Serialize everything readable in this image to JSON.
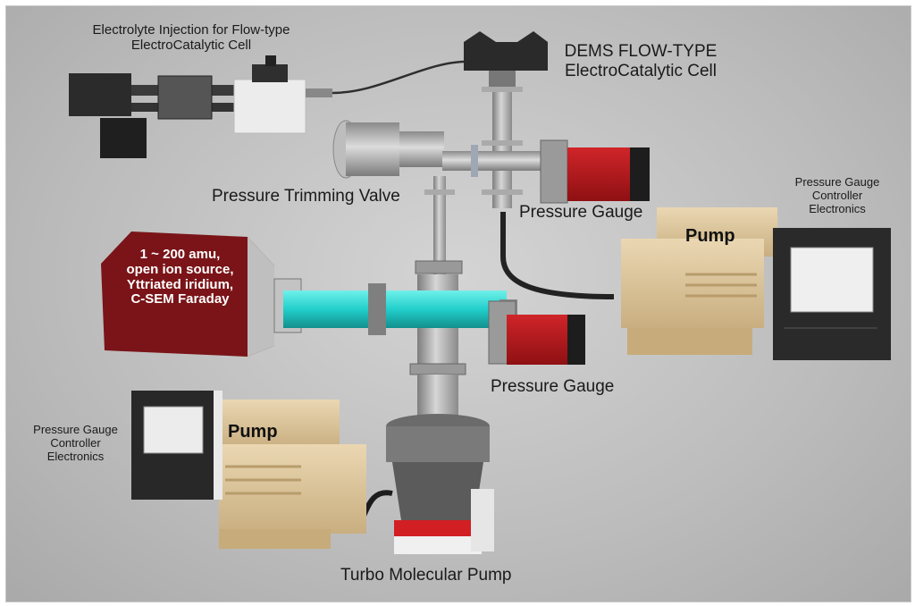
{
  "labels": {
    "electrolyte_injection": [
      "Electrolyte Injection for Flow-type",
      "ElectroCatalytic Cell"
    ],
    "dems_cell": [
      "DEMS FLOW-TYPE",
      "ElectroCatalytic Cell"
    ],
    "pressure_trimming_valve": "Pressure Trimming Valve",
    "pressure_gauge_upper": "Pressure Gauge",
    "pressure_gauge_lower": "Pressure Gauge",
    "gauge_controller_right": [
      "Pressure Gauge",
      "Controller",
      "Electronics"
    ],
    "gauge_controller_left": [
      "Pressure Gauge",
      "Controller",
      "Electronics"
    ],
    "pump_right": "Pump",
    "pump_left": "Pump",
    "turbo_pump": "Turbo Molecular Pump"
  },
  "mass_spec": [
    "1 ~ 200 amu,",
    "open ion source,",
    "Yttriated iridium,",
    "C-SEM Faraday"
  ],
  "colors": {
    "gauge_red": "#b3171b",
    "mass_spec_red": "#7a1418",
    "pump_tan": "#d8c29a",
    "cyan_tube": "#2ad4d0",
    "steel": "#a9a9a9"
  }
}
